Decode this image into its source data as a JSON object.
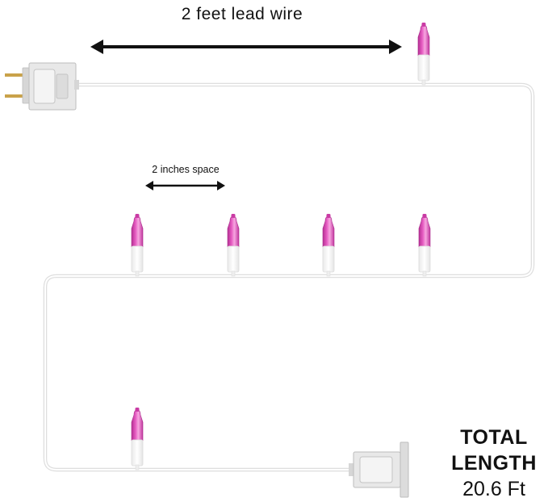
{
  "labels": {
    "lead_wire": "2 feet lead wire",
    "spacing": "2 inches space",
    "total_line1": "TOTAL",
    "total_line2": "LENGTH",
    "total_value": "20.6 Ft"
  },
  "colors": {
    "wire": "#e2e2e2",
    "wire_fill": "#ffffff",
    "bulb": "#d63fb0",
    "bulb_highlight": "#f29ad9",
    "bulb_base": "#f7f7f7",
    "arrow": "#111111",
    "plug_body": "#e6e6e6",
    "prong": "#c9a24a"
  },
  "bulb_count": 6
}
